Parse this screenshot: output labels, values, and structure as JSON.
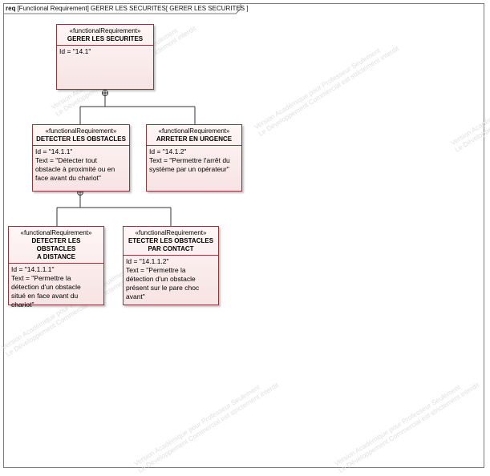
{
  "frame": {
    "keyword": "req",
    "title": "[Functional Requirement] GERER LES SECURITES[ GERER LES SECURITES ]"
  },
  "requirements": [
    {
      "id_key": "r1",
      "stereotype": "«functionalRequirement»",
      "name": "GERER LES SECURITES",
      "id": "Id = \"14.1\"",
      "text": ""
    },
    {
      "id_key": "r2",
      "stereotype": "«functionalRequirement»",
      "name": "DETECTER LES OBSTACLES",
      "id": "Id = \"14.1.1\"",
      "text": "Text = \"Détecter tout\nobstacle à proximité ou en\nface avant du chariot\""
    },
    {
      "id_key": "r3",
      "stereotype": "«functionalRequirement»",
      "name": "ARRETER EN URGENCE",
      "id": "Id = \"14.1.2\"",
      "text": "Text = \"Permettre l'arrêt du\nsystème par un opérateur\""
    },
    {
      "id_key": "r4",
      "stereotype": "«functionalRequirement»",
      "name": "DETECTER LES OBSTACLES\nA DISTANCE",
      "id": "Id = \"14.1.1.1\"",
      "text": "Text = \"Permettre la\ndétection d'un obstacle\nsitué en face avant du\nchariot\""
    },
    {
      "id_key": "r5",
      "stereotype": "«functionalRequirement»",
      "name": "ETECTER LES OBSTACLES\nPAR CONTACT",
      "id": "Id = \"14.1.1.2\"",
      "text": "Text = \"Permettre la\ndétection d'un obstacle\nprésent sur le pare choc\navant\""
    }
  ],
  "watermark": {
    "line1": "Version Académique pour Professeur Seulement",
    "line2": "Le Développement Commercial est strictement interdit"
  }
}
